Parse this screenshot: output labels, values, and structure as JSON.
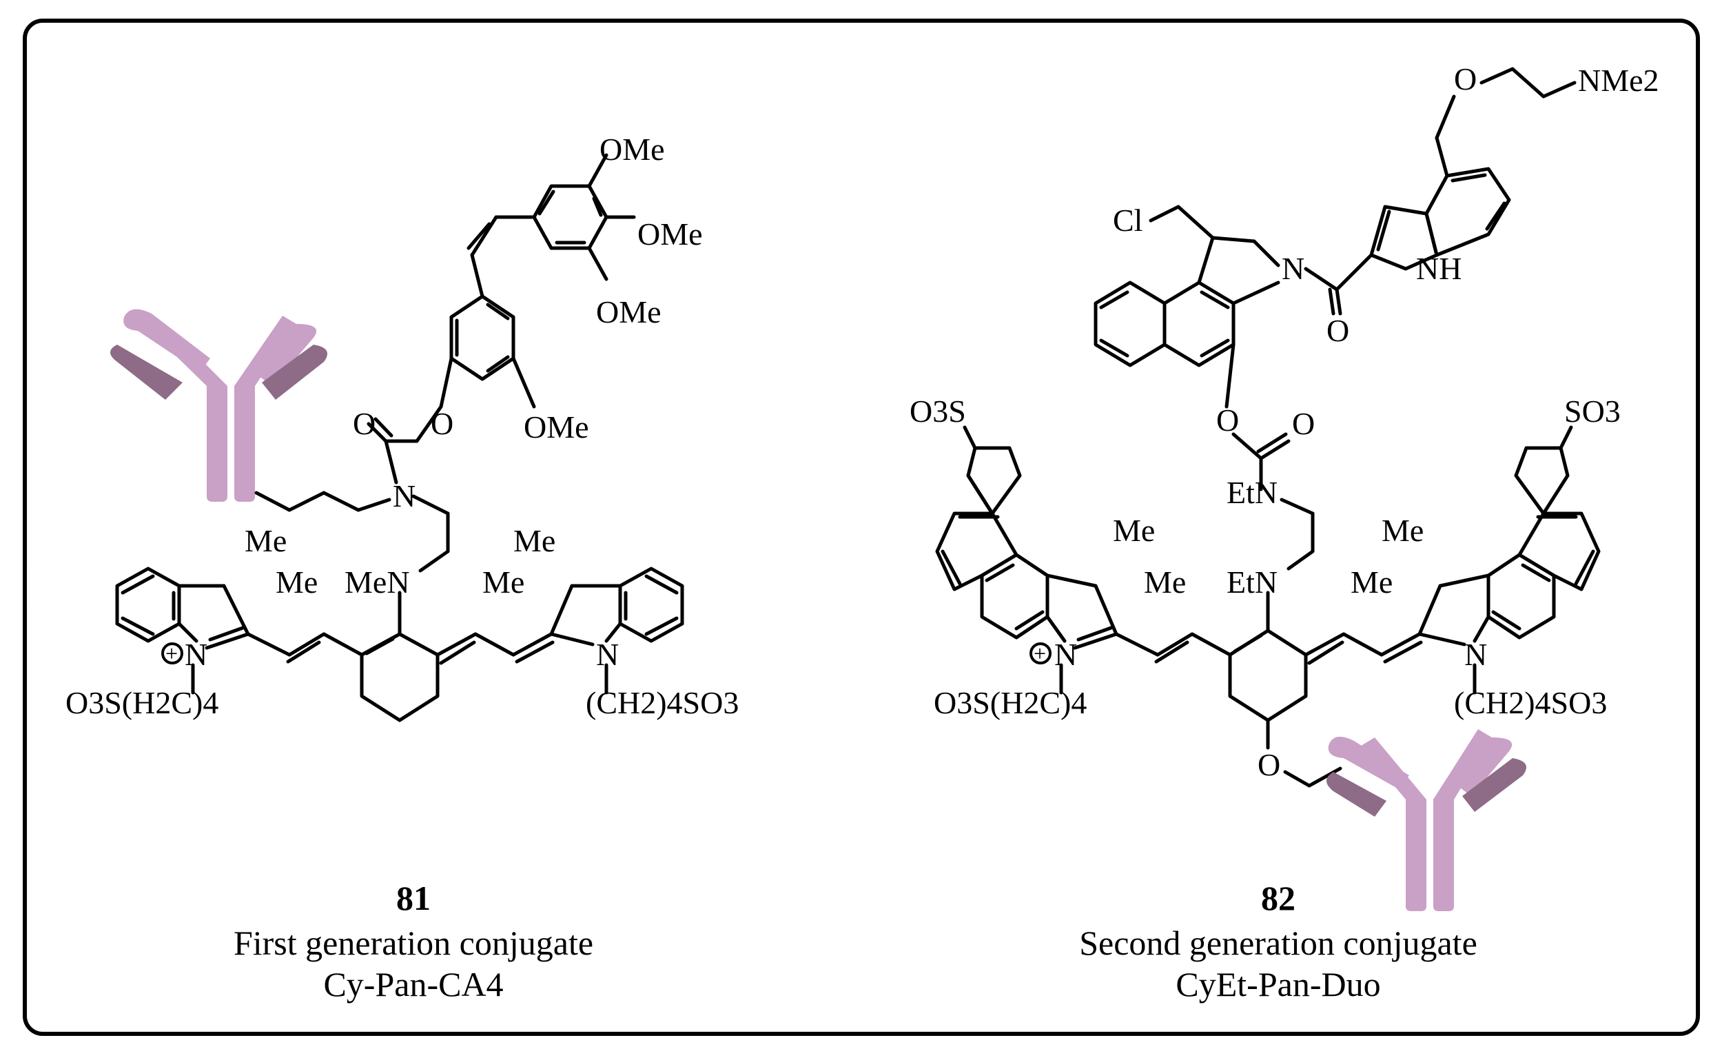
{
  "colors": {
    "frame": "#000000",
    "antibody_light": "#c9a0c6",
    "antibody_dark": "#8e6b86",
    "background": "#ffffff"
  },
  "compound_81": {
    "number": "81",
    "caption": "First generation conjugate",
    "name": "Cy-Pan-CA4",
    "atom_labels": {
      "ome_top": "OMe",
      "ome_mid": "OMe",
      "ome_low": "OMe",
      "ome_phenol": "OMe",
      "carbonyl_o": "O",
      "ester_o": "O",
      "n_carbamate": "N",
      "me_n": "MeN",
      "me_left_a": "Me",
      "me_left_b": "Me",
      "me_right_a": "Me",
      "me_right_b": "Me",
      "n_left": "N",
      "n_right": "N",
      "plus": "+",
      "sulfonate_left": "O3S(H2C)4",
      "sulfonate_right": "(CH2)4SO3"
    }
  },
  "compound_82": {
    "number": "82",
    "caption": "Second generation conjugate",
    "name": "CyEt-Pan-Duo",
    "atom_labels": {
      "cl": "Cl",
      "n_pyrrolidine": "N",
      "nh": "NH",
      "o_amide": "O",
      "o_ether": "O",
      "nme2": "NMe2",
      "o_carbamate": "O",
      "o_carbonyl": "O",
      "etn_top": "EtN",
      "etn_bottom": "EtN",
      "me_left_a": "Me",
      "me_left_b": "Me",
      "me_right_a": "Me",
      "me_right_b": "Me",
      "n_left": "N",
      "n_right": "N",
      "plus": "+",
      "o_cyclohex": "O",
      "so3_left": "O3S",
      "so3_right": "SO3",
      "sulfonate_left": "O3S(H2C)4",
      "sulfonate_right": "(CH2)4SO3"
    }
  }
}
